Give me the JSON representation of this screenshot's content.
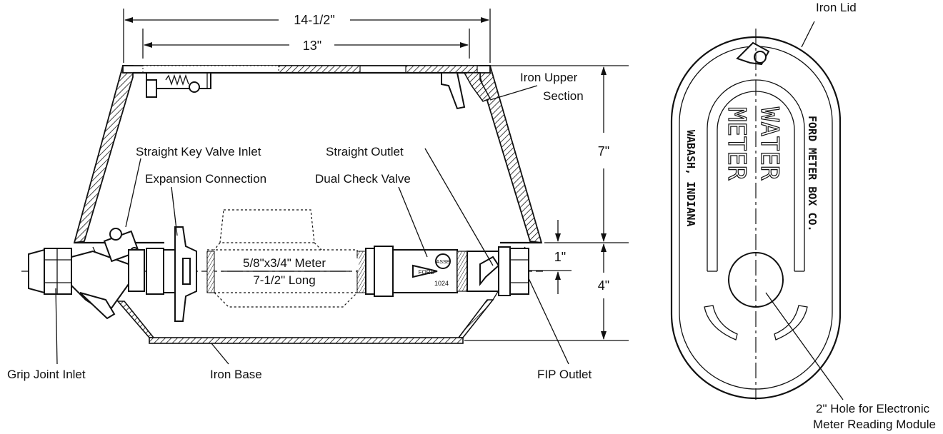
{
  "dimensions": {
    "outer_width": "14-1/2\"",
    "inner_width": "13\"",
    "upper_height": "7\"",
    "overlap": "1\"",
    "base_height": "4\""
  },
  "labels": {
    "iron_lid": "Iron Lid",
    "iron_upper_section_line1": "Iron Upper",
    "iron_upper_section_line2": "Section",
    "straight_key_valve_inlet": "Straight Key Valve Inlet",
    "expansion_connection": "Expansion Connection",
    "straight_outlet": "Straight Outlet",
    "dual_check_valve": "Dual Check Valve",
    "meter_size": "5/8\"x3/4\" Meter",
    "meter_length": "7-1/2\" Long",
    "grip_joint_inlet": "Grip Joint Inlet",
    "iron_base": "Iron Base",
    "fip_outlet": "FIP Outlet",
    "hole_line1": "2\" Hole for Electronic",
    "hole_line2": "Meter Reading Module"
  },
  "valve_marks": {
    "asse": "ASSE",
    "ford": "FORD",
    "model": "1024"
  },
  "lid_text": {
    "water": "WATER",
    "meter": "METER",
    "maker": "FORD METER BOX CO.",
    "location": "WABASH, INDIANA"
  }
}
